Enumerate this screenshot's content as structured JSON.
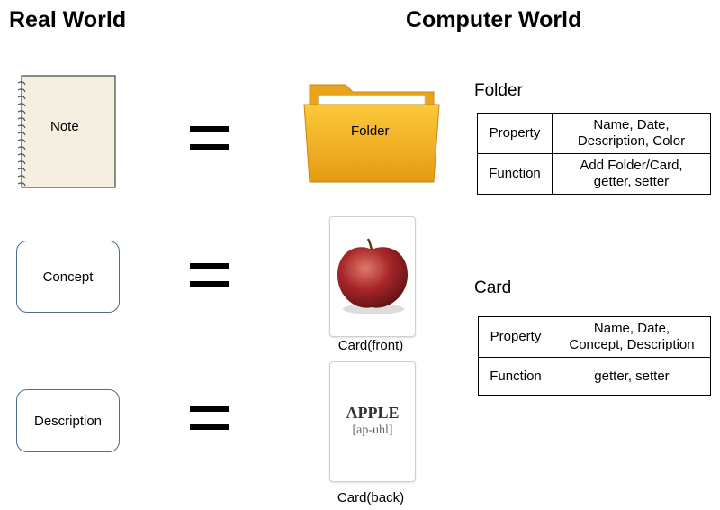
{
  "headings": {
    "real_world": "Real World",
    "computer_world": "Computer World"
  },
  "real": {
    "note": "Note",
    "concept": "Concept",
    "description": "Description"
  },
  "computer": {
    "folder_label": "Folder",
    "card_front_caption": "Card(front)",
    "card_back_word": "APPLE",
    "card_back_pronunciation": "[ap-uhl]",
    "card_back_caption": "Card(back)"
  },
  "folder_table": {
    "title": "Folder",
    "rows": [
      {
        "key": "Property",
        "line1": "Name, Date,",
        "line2": "Description, Color"
      },
      {
        "key": "Function",
        "line1": "Add Folder/Card,",
        "line2": "getter, setter"
      }
    ]
  },
  "card_table": {
    "title": "Card",
    "rows": [
      {
        "key": "Property",
        "line1": "Name, Date,",
        "line2": "Concept, Description"
      },
      {
        "key": "Function",
        "line1": "getter, setter",
        "line2": ""
      }
    ]
  },
  "colors": {
    "note_paper": "#f5efe2",
    "folder_front": "#f6b626",
    "folder_back": "#e8a41c",
    "box_border": "#4a6e8d",
    "apple_red": "#a8262a"
  }
}
